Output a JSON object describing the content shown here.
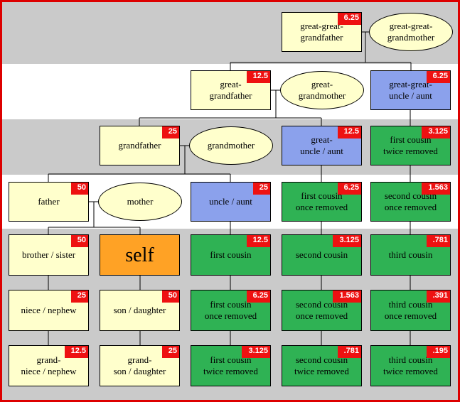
{
  "colors": {
    "frame": "#dd0000",
    "band-gray": "#cacaca",
    "band-white": "#ffffff",
    "cream": "#ffffcc",
    "blue": "#8ba1ec",
    "green": "#2fb254",
    "orange": "#ffa225",
    "badge": "#ee1111",
    "line": "#000000"
  },
  "nodes": [
    {
      "label": "great-great-\ngrandfather",
      "badge": "6.25"
    },
    {
      "label": "great-great-\ngrandmother"
    },
    {
      "label": "great-\ngrandfather",
      "badge": "12.5"
    },
    {
      "label": "great-\ngrandmother"
    },
    {
      "label": "great-great-\nuncle / aunt",
      "badge": "6.25"
    },
    {
      "label": "grandfather",
      "badge": "25"
    },
    {
      "label": "grandmother"
    },
    {
      "label": "great-\nuncle / aunt",
      "badge": "12.5"
    },
    {
      "label": "first cousin\ntwice removed",
      "badge": "3.125"
    },
    {
      "label": "father",
      "badge": "50"
    },
    {
      "label": "mother"
    },
    {
      "label": "uncle / aunt",
      "badge": "25"
    },
    {
      "label": "first cousin\nonce removed",
      "badge": "6.25"
    },
    {
      "label": "second cousin\nonce removed",
      "badge": "1.563"
    },
    {
      "label": "brother / sister",
      "badge": "50"
    },
    {
      "label": "self"
    },
    {
      "label": "first cousin",
      "badge": "12.5"
    },
    {
      "label": "second cousin",
      "badge": "3.125"
    },
    {
      "label": "third cousin",
      "badge": ".781"
    },
    {
      "label": "niece / nephew",
      "badge": "25"
    },
    {
      "label": "son / daughter",
      "badge": "50"
    },
    {
      "label": "first cousin\nonce removed",
      "badge": "6.25"
    },
    {
      "label": "second cousin\nonce removed",
      "badge": "1.563"
    },
    {
      "label": "third cousin\nonce removed",
      "badge": ".391"
    },
    {
      "label": "grand-\nniece / nephew",
      "badge": "12.5"
    },
    {
      "label": "grand-\nson / daughter",
      "badge": "25"
    },
    {
      "label": "first cousin\ntwice removed",
      "badge": "3.125"
    },
    {
      "label": "second cousin\ntwice removed",
      "badge": ".781"
    },
    {
      "label": "third cousin\ntwice removed",
      "badge": ".195"
    }
  ]
}
